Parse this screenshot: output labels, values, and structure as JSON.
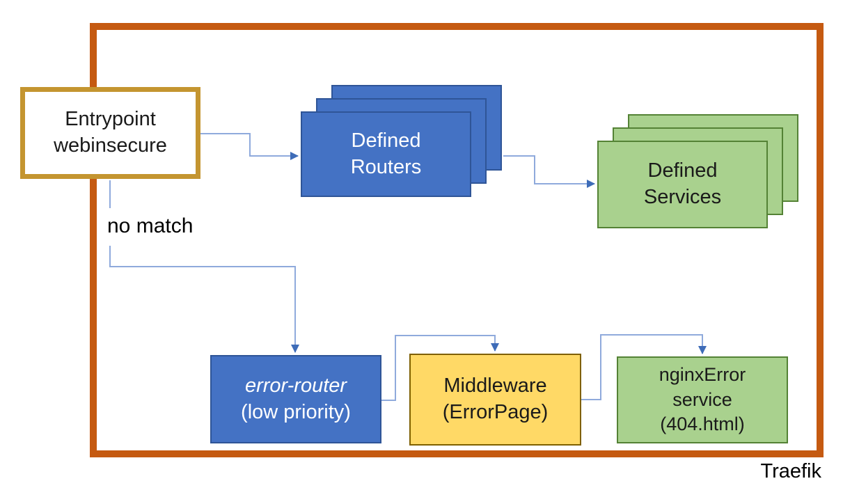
{
  "diagram": {
    "title": "Traefik",
    "labels": {
      "no_match": "no match"
    },
    "nodes": {
      "entrypoint": {
        "line1": "Entrypoint",
        "line2": "webinsecure"
      },
      "defined_routers": {
        "line1": "Defined",
        "line2": "Routers"
      },
      "defined_services": {
        "line1": "Defined",
        "line2": "Services"
      },
      "error_router": {
        "line1": "error-router",
        "line2": "(low priority)"
      },
      "middleware": {
        "line1": "Middleware",
        "line2": "(ErrorPage)"
      },
      "nginx_error": {
        "line1": "nginxError",
        "line2": "service",
        "line3": "(404.html)"
      }
    },
    "colors": {
      "frame_orange": "#C55A11",
      "entrypoint_gold": "#C49530",
      "router_blue_fill": "#4472C4",
      "router_blue_border": "#2F5597",
      "service_green_fill": "#A9D18E",
      "service_green_border": "#548235",
      "middleware_yellow_fill": "#FFD966",
      "middleware_yellow_border": "#7F6000",
      "connector_blue": "#8FAADC",
      "arrowhead_blue": "#3E6CB8"
    }
  }
}
